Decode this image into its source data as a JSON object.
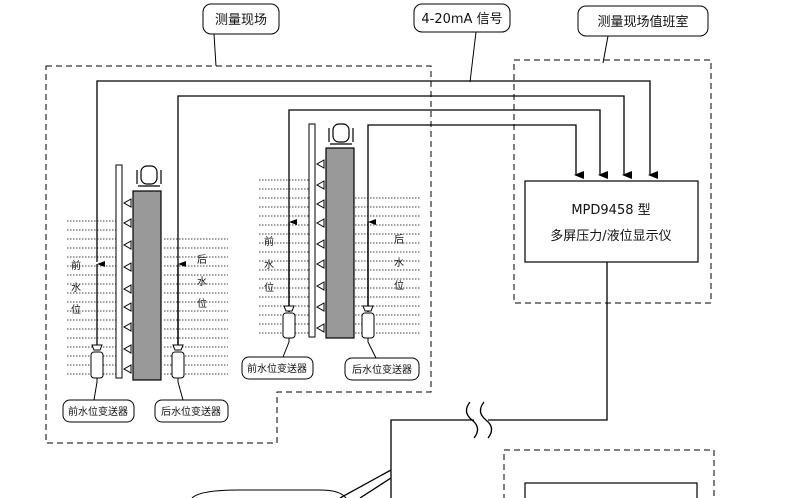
{
  "callouts": {
    "site": "测量现场",
    "signal": "4-20mA 信号",
    "duty_room": "测量现场值班室"
  },
  "display_unit": {
    "model": "MPD9458 型",
    "name": "多屏压力/液位显示仪"
  },
  "gate_left": {
    "front_level_vertical": [
      "前",
      "水",
      "位"
    ],
    "rear_level_vertical": [
      "后",
      "水",
      "位"
    ],
    "front_transmitter": "前水位变送器",
    "rear_transmitter": "后水位变送器"
  },
  "gate_right": {
    "front_level_vertical": [
      "前",
      "水",
      "位"
    ],
    "rear_level_vertical": [
      "后",
      "水",
      "位"
    ],
    "front_transmitter": "前水位变送器",
    "rear_transmitter": "后水位变送器"
  }
}
